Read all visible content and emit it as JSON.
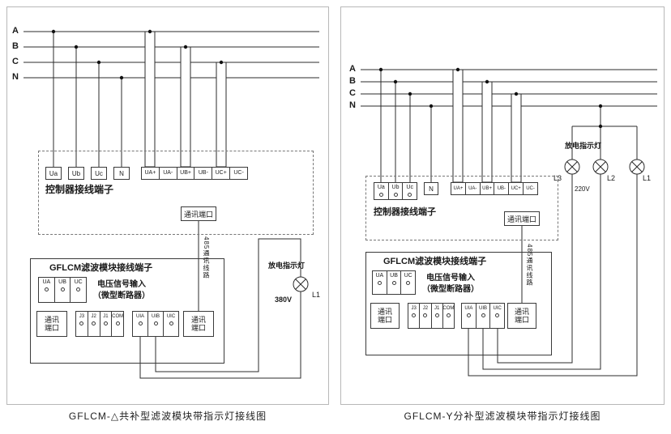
{
  "panels": [
    {
      "caption": "GFLCM-△共补型滤波模块带指示灯接线图",
      "bus_labels": [
        "A",
        "B",
        "C",
        "N"
      ],
      "controller": {
        "title": "控制器接线端子",
        "voltage_terminals": [
          "Ua",
          "Ub",
          "Uc",
          "N"
        ],
        "sense_terminals": [
          "UA+",
          "UA-",
          "UB+",
          "UB-",
          "UC+",
          "UC-"
        ],
        "comm_port_label": "通讯端口"
      },
      "comm_line_label": "485通讯线路",
      "filter_module": {
        "title": "GFLCM滤波模块接线端子",
        "voltage_terminals": [
          "UA",
          "UB",
          "UC"
        ],
        "voltage_input_line1": "电压信号输入",
        "voltage_input_line2": "（微型断路器）",
        "comm_port_line1": "通讯",
        "comm_port_line2": "端口",
        "relay_terminals": [
          "J3",
          "J2",
          "J1",
          "COM"
        ],
        "ui_terminals": [
          "UIA",
          "UIB",
          "UIC"
        ],
        "comm_port2_line1": "通讯",
        "comm_port2_line2": "端口"
      },
      "indicator": {
        "label": "放电指示灯",
        "voltage": "380V",
        "lamps": [
          "L1"
        ]
      }
    },
    {
      "caption": "GFLCM-Y分补型滤波模块带指示灯接线图",
      "bus_labels": [
        "A",
        "B",
        "C",
        "N"
      ],
      "controller": {
        "title": "控制器接线端子",
        "voltage_terminals": [
          "Ua",
          "Ub",
          "Uc",
          "N"
        ],
        "sense_terminals": [
          "UA+",
          "UA-",
          "UB+",
          "UB-",
          "UC+",
          "UC-"
        ],
        "comm_port_label": "通讯端口"
      },
      "comm_line_label": "485通讯线路",
      "filter_module": {
        "title": "GFLCM滤波模块接线端子",
        "voltage_terminals": [
          "UA",
          "UB",
          "UC"
        ],
        "voltage_input_line1": "电压信号输入",
        "voltage_input_line2": "（微型断路器）",
        "comm_port_line1": "通讯",
        "comm_port_line2": "端口",
        "relay_terminals": [
          "J3",
          "J2",
          "J1",
          "COM"
        ],
        "ui_terminals": [
          "UIA",
          "UIB",
          "UIC"
        ],
        "comm_port2_line1": "通讯",
        "comm_port2_line2": "端口"
      },
      "indicator": {
        "label": "放电指示灯",
        "voltage": "220V",
        "lamps": [
          "L3",
          "L2",
          "L1"
        ]
      }
    }
  ]
}
